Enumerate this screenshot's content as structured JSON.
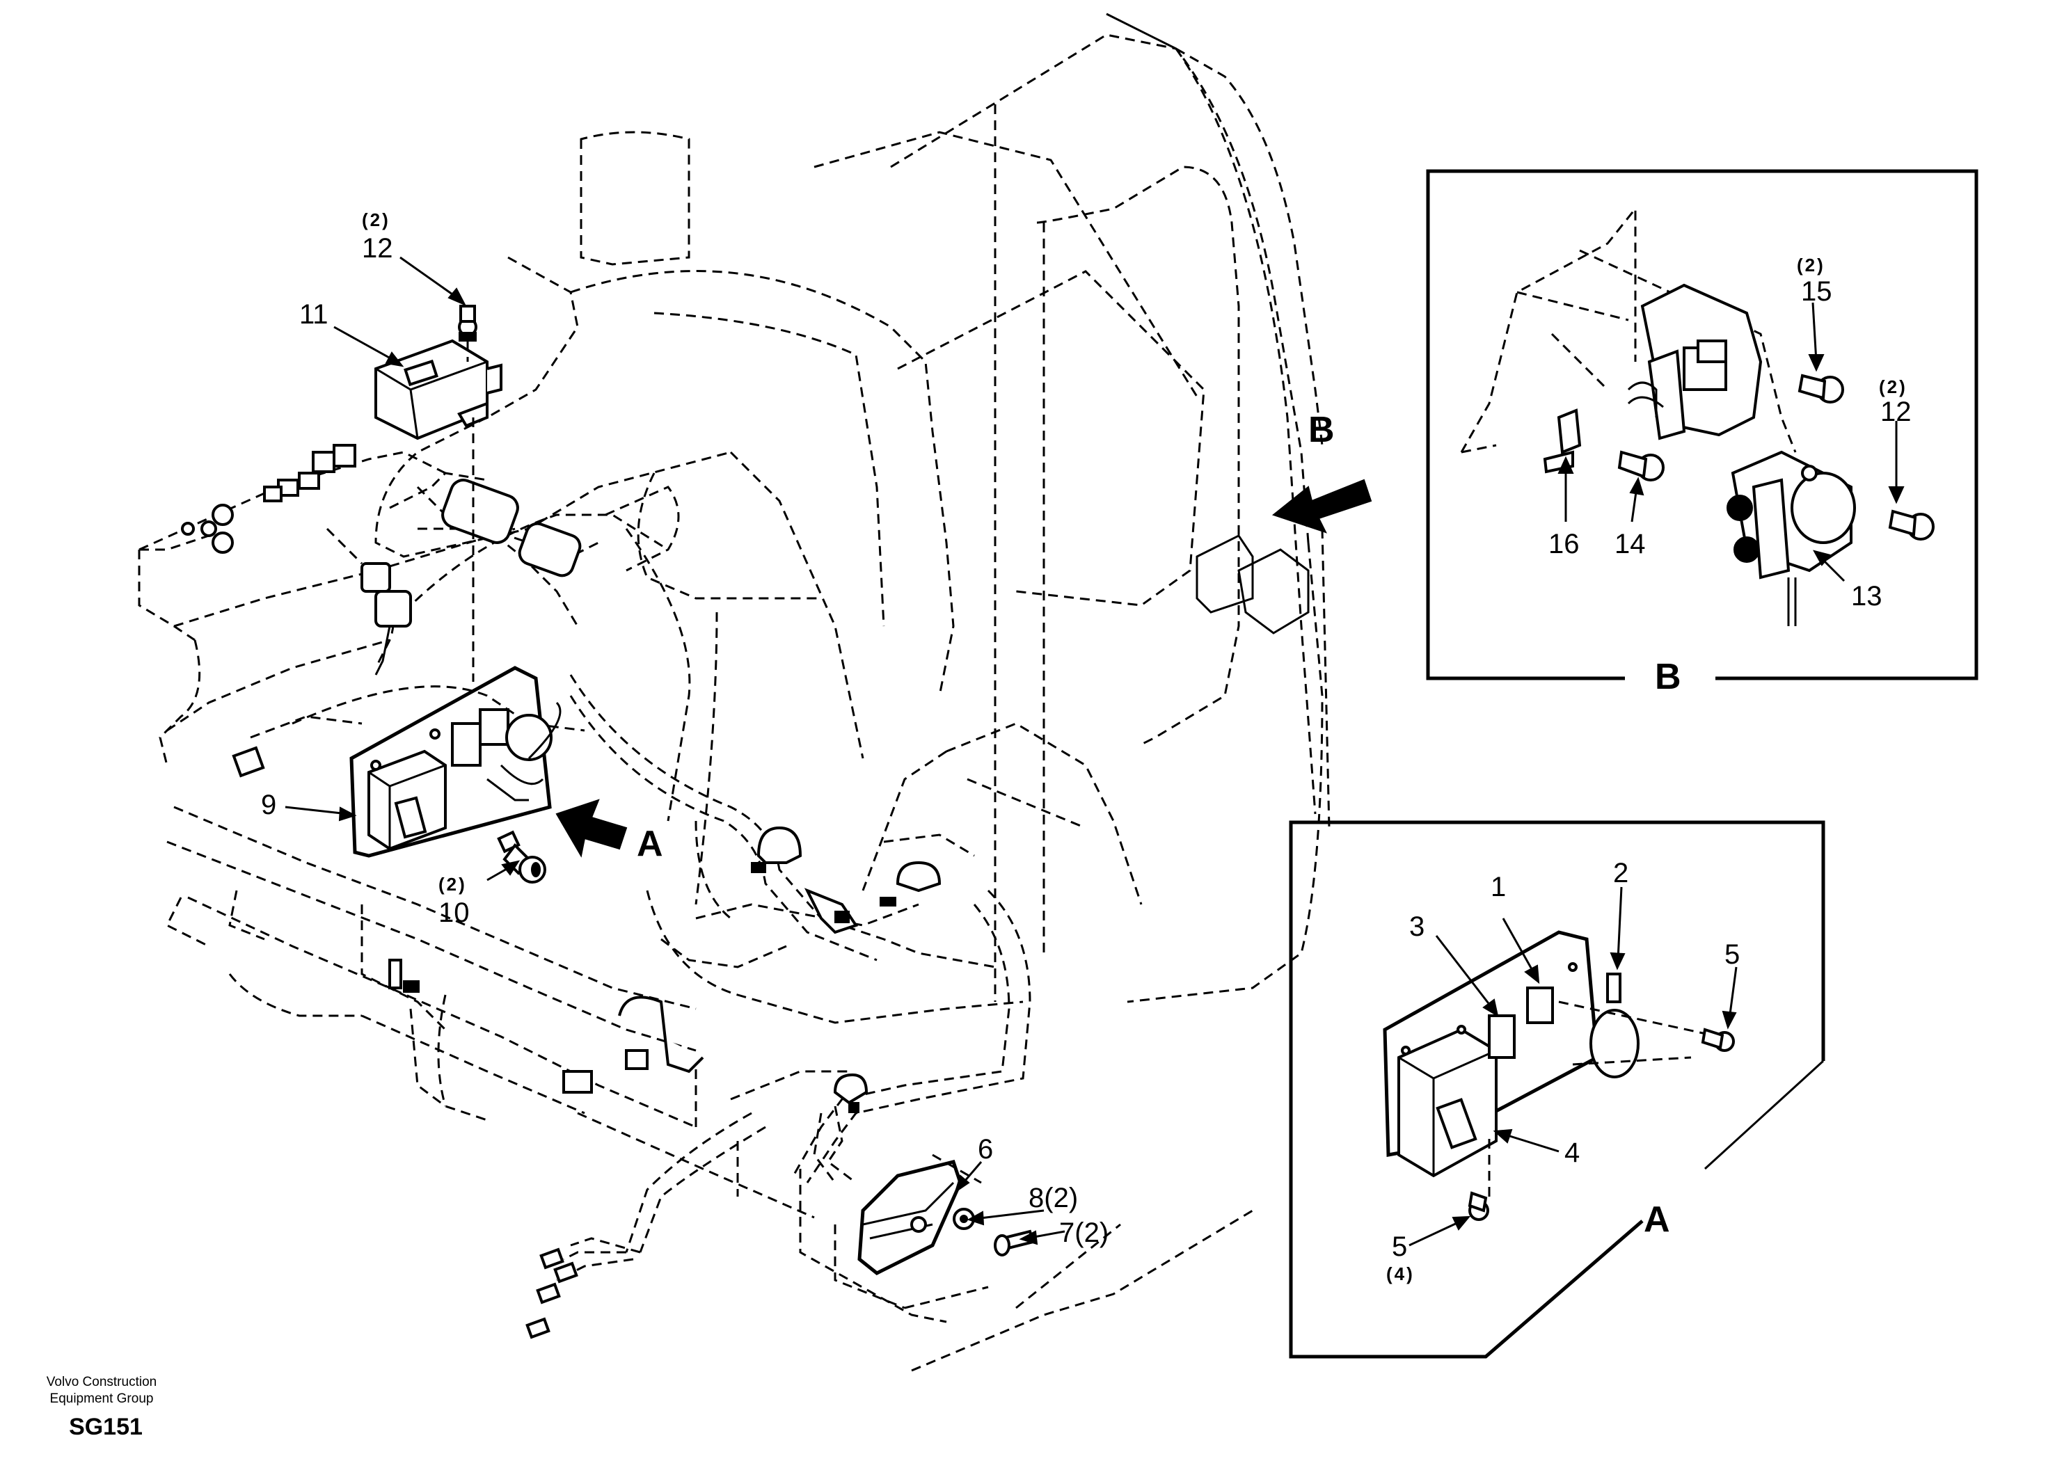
{
  "diagram": {
    "callouts": {
      "c1": "1",
      "c2": "2",
      "c3": "3",
      "c4": "4",
      "c5a": "5",
      "c5b": "5",
      "c5b_qty": "(4)",
      "c6": "6",
      "c7": "7(2)",
      "c8": "8(2)",
      "c9": "9",
      "c10": "10",
      "c10_qty": "(2)",
      "c11": "11",
      "c12a": "12",
      "c12a_qty": "(2)",
      "c12b": "12",
      "c12b_qty": "(2)",
      "c13": "13",
      "c14": "14",
      "c15": "15",
      "c15_qty": "(2)",
      "c16": "16"
    },
    "view_labels": {
      "arrow_a": "A",
      "arrow_b": "B",
      "detail_a": "A",
      "detail_b": "B"
    }
  },
  "footer": {
    "company_line1": "Volvo Construction",
    "company_line2": "Equipment Group",
    "code": "SG151"
  }
}
